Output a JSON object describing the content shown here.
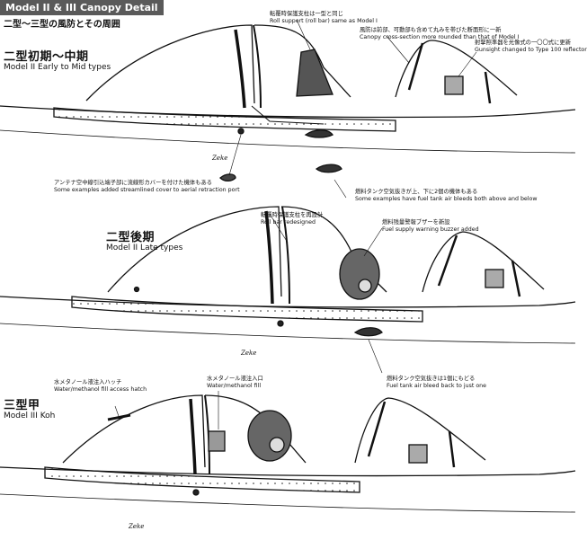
{
  "header": {
    "title": "Model II & III Canopy Detail",
    "subtitle_jp": "二型〜三型の風防とその周囲"
  },
  "sections": [
    {
      "title_jp": "二型初期〜中期",
      "title_en": "Model II Early to Mid types",
      "signature": "Zeke",
      "callouts": [
        {
          "jp": "転覆時保護支柱は一型と同じ",
          "en": "Roll support (roll bar) same as Model I"
        },
        {
          "jp": "風防は前部、可動部も含めて丸みを帯びた断面形に一新",
          "en": "Canopy cross-section more rounded than that of Model I"
        },
        {
          "jp": "射撃照準器を光像式の一〇〇式に更新",
          "en": "Gunsight changed to Type 100 reflector"
        },
        {
          "jp": "アンテナ空中線引込端子部に流線形カバーを付けた機体もある",
          "en": "Some examples added streamlined cover to aerial retraction port"
        },
        {
          "jp": "燃料タンク空気抜きが上、下に2個の機体もある",
          "en": "Some examples have fuel tank air bleeds both above and below"
        }
      ]
    },
    {
      "title_jp": "二型後期",
      "title_en": "Model II Late types",
      "signature": "Zeke",
      "callouts": [
        {
          "jp": "転覆時保護支柱を再設計",
          "en": "Roll bar redesigned"
        },
        {
          "jp": "燃料残量警報ブザーを新設",
          "en": "Fuel supply warning buzzer added"
        },
        {
          "jp": "燃料タンク空気抜きは1個にもどる",
          "en": "Fuel tank air bleed back to just one"
        }
      ]
    },
    {
      "title_jp": "三型甲",
      "title_en": "Model III Koh",
      "signature": "Zeke",
      "callouts": [
        {
          "jp": "水メタノール液注入ハッチ",
          "en": "Water/methanol fill access hatch"
        },
        {
          "jp": "水メタノール液注入口",
          "en": "Water/methanol fill"
        }
      ]
    }
  ]
}
